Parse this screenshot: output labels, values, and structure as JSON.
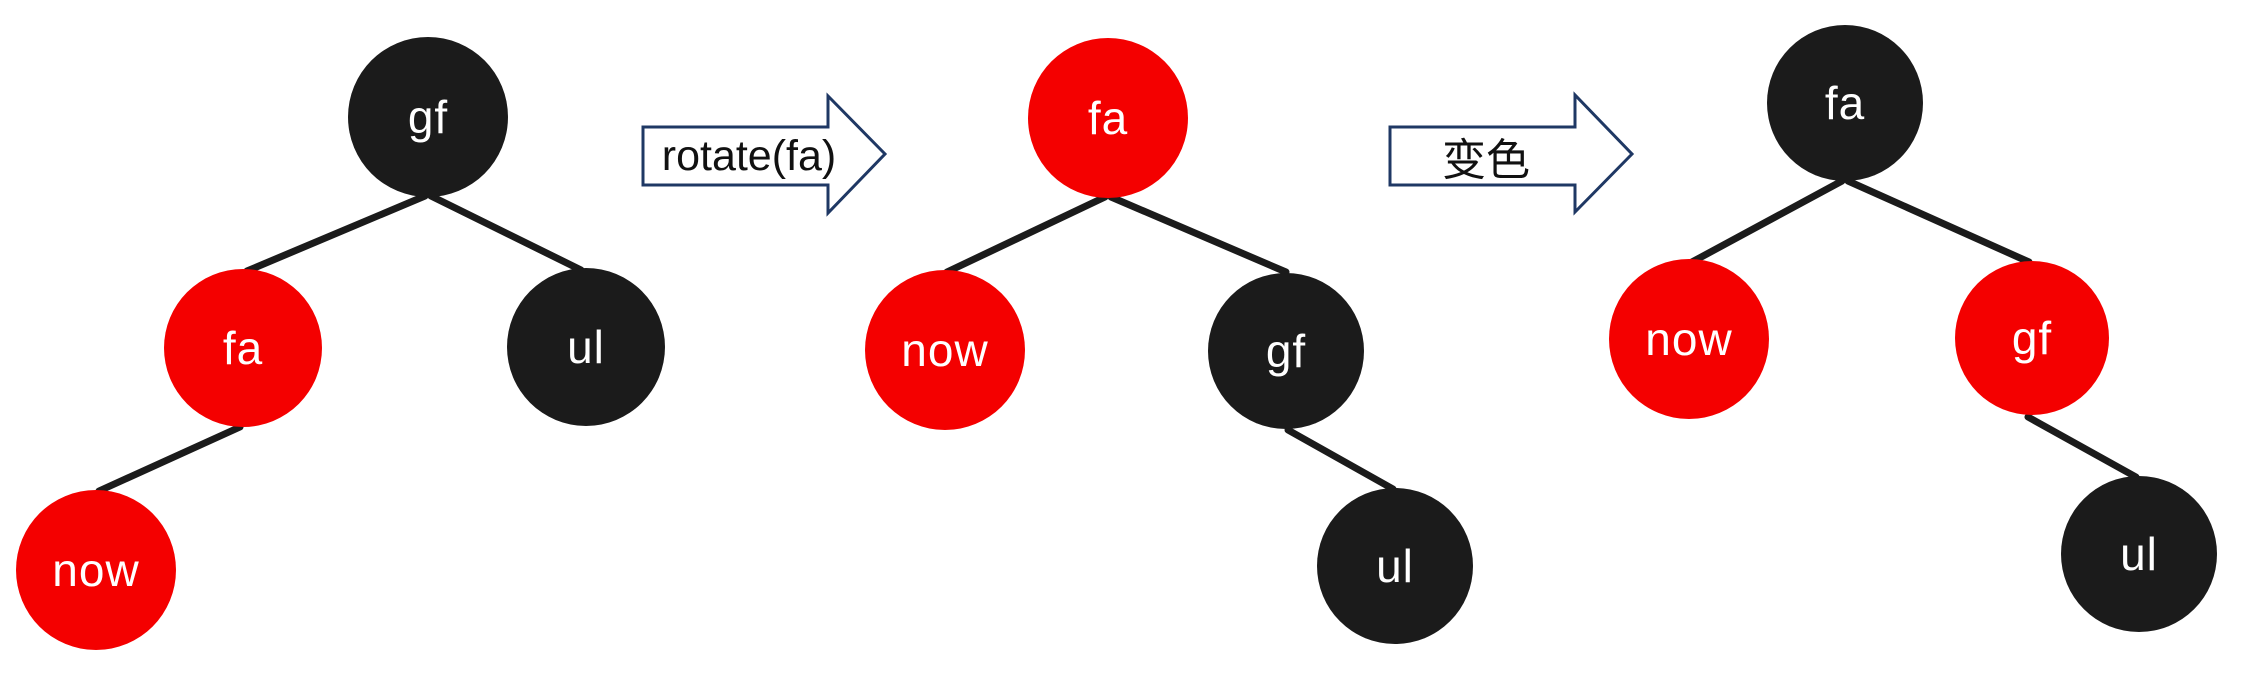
{
  "diagram": "red-black tree rotation and recolor steps",
  "colors": {
    "background": "#ffffff",
    "red_node": "#f40000",
    "black_node": "#1b1b1b",
    "edge": "#1b1b1b",
    "arrow_outline": "#1f3864",
    "node_text": "#ffffff",
    "arrow_text": "#111111"
  },
  "trees": [
    {
      "id": "step1-before",
      "nodes": [
        {
          "label": "gf",
          "color": "black",
          "role": "root"
        },
        {
          "label": "fa",
          "color": "red",
          "role": "left child of gf"
        },
        {
          "label": "ul",
          "color": "black",
          "role": "right child of gf"
        },
        {
          "label": "now",
          "color": "red",
          "role": "left child of fa"
        }
      ],
      "edges": [
        [
          "gf",
          "fa"
        ],
        [
          "gf",
          "ul"
        ],
        [
          "fa",
          "now"
        ]
      ]
    },
    {
      "id": "step2-after-rotate",
      "nodes": [
        {
          "label": "fa",
          "color": "red",
          "role": "root"
        },
        {
          "label": "now",
          "color": "red",
          "role": "left child of fa"
        },
        {
          "label": "gf",
          "color": "black",
          "role": "right child of fa"
        },
        {
          "label": "ul",
          "color": "black",
          "role": "right child of gf"
        }
      ],
      "edges": [
        [
          "fa",
          "now"
        ],
        [
          "fa",
          "gf"
        ],
        [
          "gf",
          "ul"
        ]
      ]
    },
    {
      "id": "step3-after-recolor",
      "nodes": [
        {
          "label": "fa",
          "color": "black",
          "role": "root"
        },
        {
          "label": "now",
          "color": "red",
          "role": "left child of fa"
        },
        {
          "label": "gf",
          "color": "red",
          "role": "right child of fa"
        },
        {
          "label": "ul",
          "color": "black",
          "role": "right child of gf"
        }
      ],
      "edges": [
        [
          "fa",
          "now"
        ],
        [
          "fa",
          "gf"
        ],
        [
          "gf",
          "ul"
        ]
      ]
    }
  ],
  "arrows": [
    {
      "label": "rotate(fa)"
    },
    {
      "label": "变色"
    }
  ]
}
